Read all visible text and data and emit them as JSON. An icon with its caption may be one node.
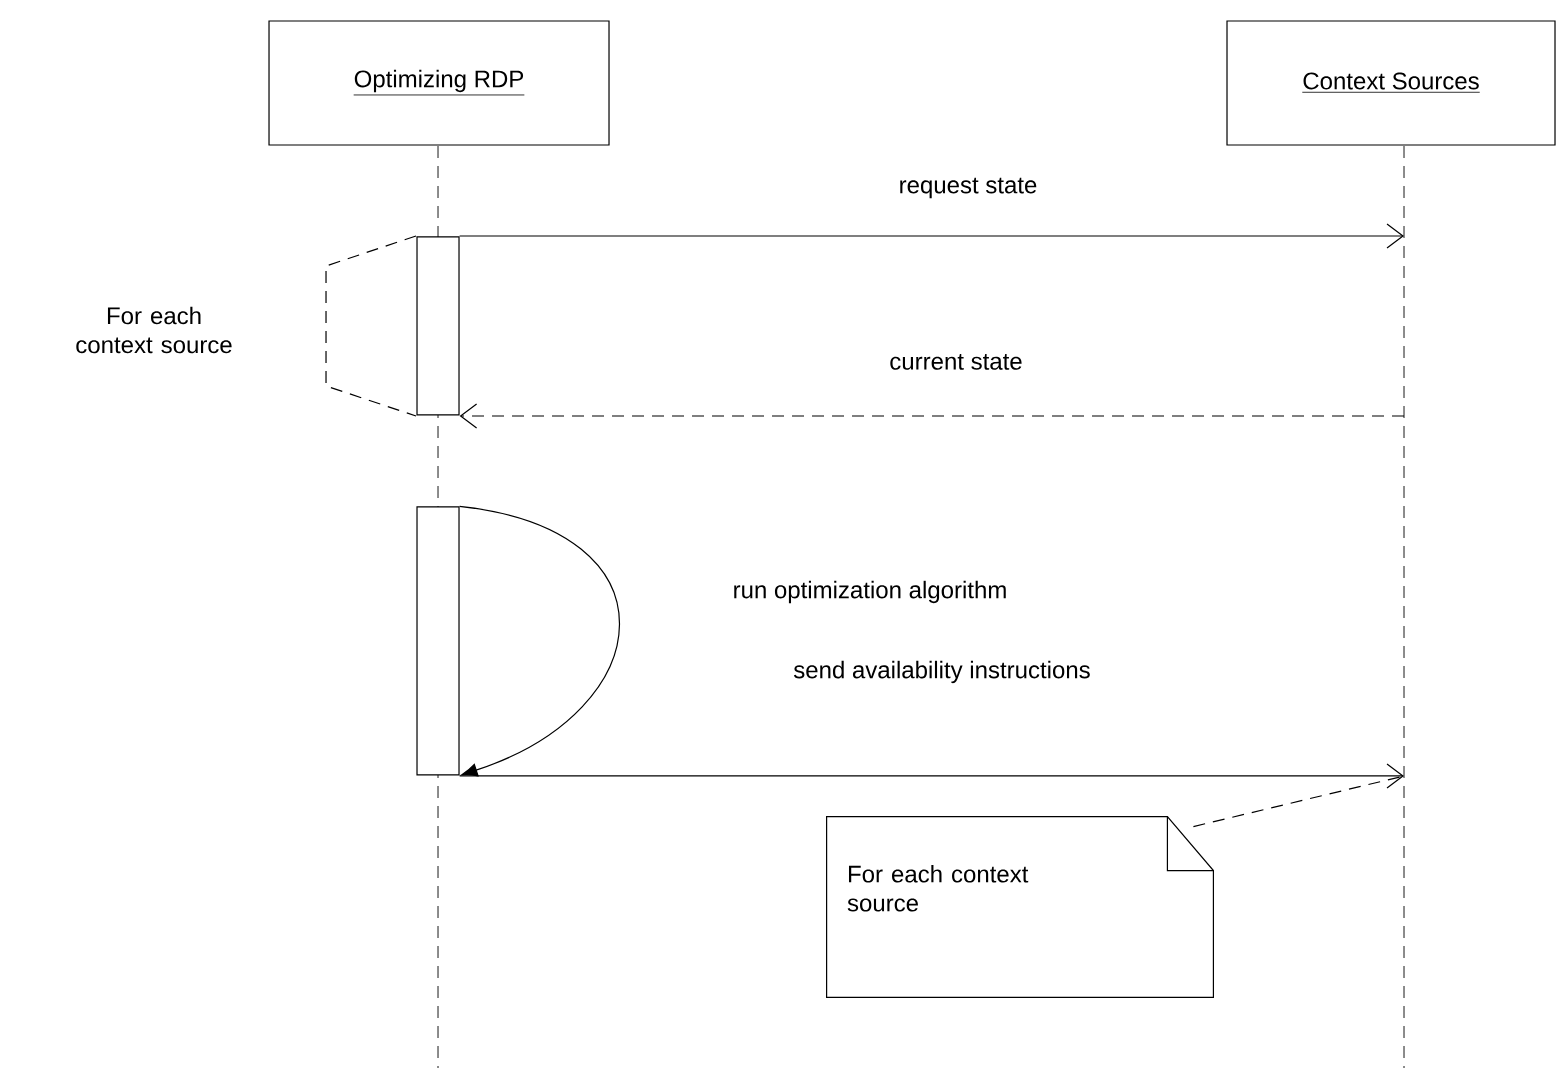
{
  "diagram": {
    "nodes": [
      {
        "text": [
          "Optimizing RDP"
        ]
      },
      {
        "text": [
          "Context Sources"
        ]
      },
      {
        "text": [],
        "shape": "bar"
      },
      {
        "text": [],
        "shape": "bar"
      },
      {
        "text": [
          "For each context source"
        ]
      }
    ],
    "edges": [
      {
        "from": 2,
        "to": null,
        "arrow": "to",
        "label": "request state"
      },
      {
        "from": null,
        "to": 2,
        "arrow": "to",
        "label": "current state",
        "style": "dashed"
      },
      {
        "from": 3,
        "to": 3,
        "arrow": "to",
        "label": "run optimization algorithm"
      },
      {
        "from": 3,
        "to": null,
        "arrow": "to",
        "label": "send availability instructions"
      },
      {
        "from": 4,
        "to": null,
        "arrow": "none",
        "style": "dashed"
      }
    ],
    "labels": [
      "For each context source"
    ]
  }
}
